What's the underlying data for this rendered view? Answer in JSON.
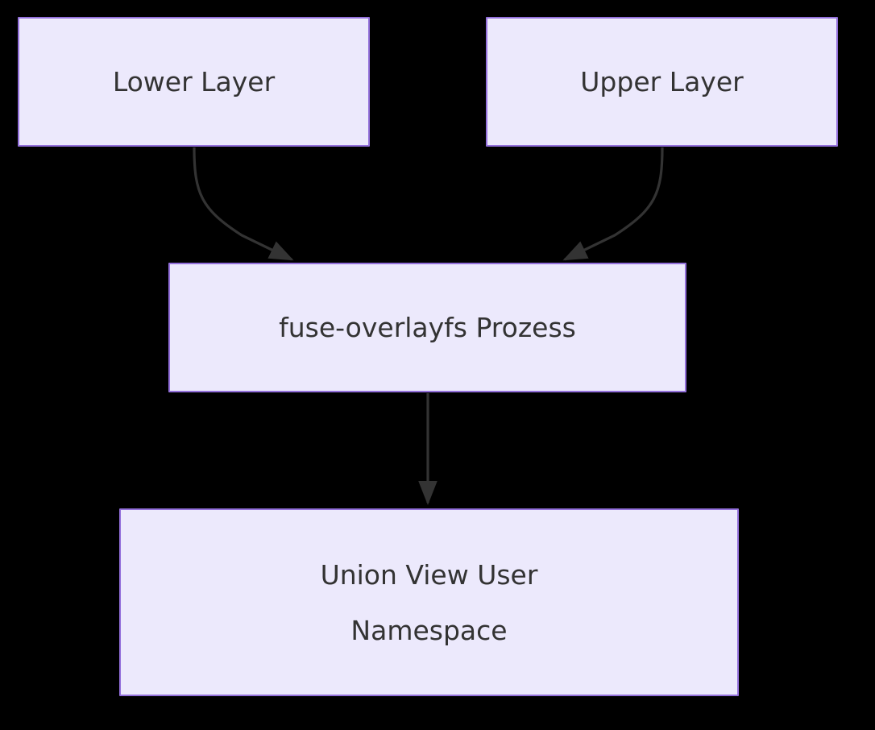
{
  "diagram": {
    "type": "flowchart",
    "direction": "top-down",
    "background_color": "#000000",
    "node_fill_color": "#ECE9FC",
    "node_border_color": "#9370DB",
    "node_text_color": "#333333",
    "edge_color": "#333333",
    "nodes": [
      {
        "id": "lower",
        "label": "Lower Layer",
        "lines": [
          "Lower Layer"
        ]
      },
      {
        "id": "upper",
        "label": "Upper Layer",
        "lines": [
          "Upper Layer"
        ]
      },
      {
        "id": "fuse",
        "label": "fuse-overlayfs Prozess",
        "lines": [
          "fuse-overlayfs Prozess"
        ]
      },
      {
        "id": "union",
        "label": "Union View User Namespace",
        "lines": [
          "Union View User",
          "Namespace"
        ]
      }
    ],
    "edges": [
      {
        "id": "lower-to-fuse",
        "from": "lower",
        "to": "fuse",
        "label": "",
        "arrow": "arrowhead"
      },
      {
        "id": "upper-to-fuse",
        "from": "upper",
        "to": "fuse",
        "label": "",
        "arrow": "arrowhead"
      },
      {
        "id": "fuse-to-union",
        "from": "fuse",
        "to": "union",
        "label": "",
        "arrow": "arrowhead"
      }
    ]
  }
}
